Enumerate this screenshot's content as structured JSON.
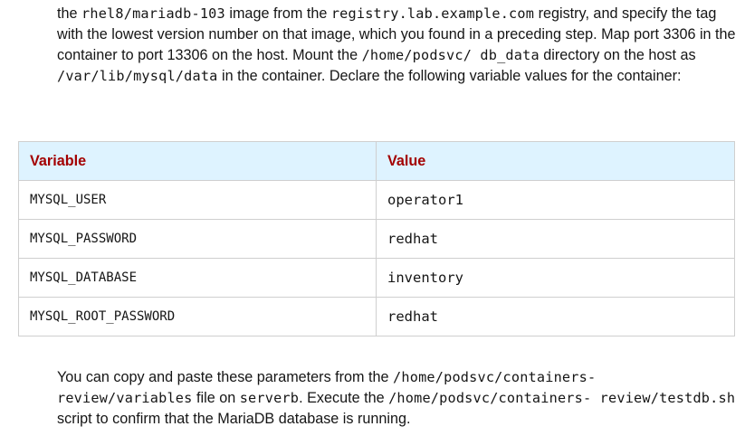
{
  "intro": {
    "s1": "the ",
    "c1": "rhel8/mariadb-103",
    "s2": " image from the ",
    "c2": "registry.lab.example.com",
    "s3": " registry, and specify the tag with the lowest version number on that image, which you found in a preceding step. Map port 3306 in the container to port 13306 on the host. Mount the ",
    "c3": "/home/podsvc/ db_data",
    "s4": " directory on the host as ",
    "c4": "/var/lib/mysql/data",
    "s5": " in the container. Declare the following variable values for the container:"
  },
  "table": {
    "headers": [
      "Variable",
      "Value"
    ],
    "rows": [
      {
        "variable": "MYSQL_USER",
        "value": "operator1"
      },
      {
        "variable": "MYSQL_PASSWORD",
        "value": "redhat"
      },
      {
        "variable": "MYSQL_DATABASE",
        "value": "inventory"
      },
      {
        "variable": "MYSQL_ROOT_PASSWORD",
        "value": "redhat"
      }
    ]
  },
  "outro": {
    "s1": "You can copy and paste these parameters from the ",
    "c1": "/home/podsvc/containers- review/variables",
    "s2": " file on ",
    "c2": "serverb",
    "s3": ". Execute the ",
    "c3": "/home/podsvc/containers- review/testdb.sh",
    "s4": " script to confirm that the MariaDB database is running."
  }
}
